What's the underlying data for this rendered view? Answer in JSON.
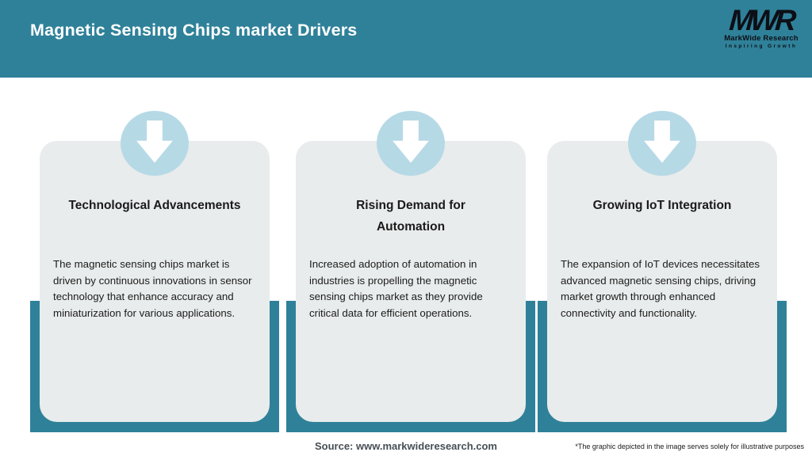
{
  "header": {
    "title": "Magnetic Sensing Chips market Drivers",
    "logo": {
      "acronym": "MWR",
      "name": "MarkWide Research",
      "tagline": "Inspiring Growth"
    }
  },
  "cards": [
    {
      "icon": "down-arrow-icon",
      "title": "Technological Advancements",
      "body": "The magnetic sensing chips market is driven by continuous innovations in sensor technology that enhance accuracy and miniaturization for various applications."
    },
    {
      "icon": "down-arrow-icon",
      "title": "Rising Demand for\nAutomation",
      "body": "Increased adoption of automation in industries is propelling the magnetic sensing chips market as they provide critical data for efficient operations."
    },
    {
      "icon": "down-arrow-icon",
      "title": "Growing IoT Integration",
      "body": "The expansion of IoT devices necessitates advanced magnetic sensing chips, driving market growth through enhanced connectivity and functionality."
    }
  ],
  "footer": {
    "source": "Source: www.markwideresearch.com",
    "disclaimer": "*The graphic depicted in the image serves solely for illustrative purposes"
  },
  "colors": {
    "teal": "#2F8199",
    "card_background": "#E9ECEC",
    "circle_blue": "#B6D9E6",
    "title_text": "#FFFFFF"
  }
}
